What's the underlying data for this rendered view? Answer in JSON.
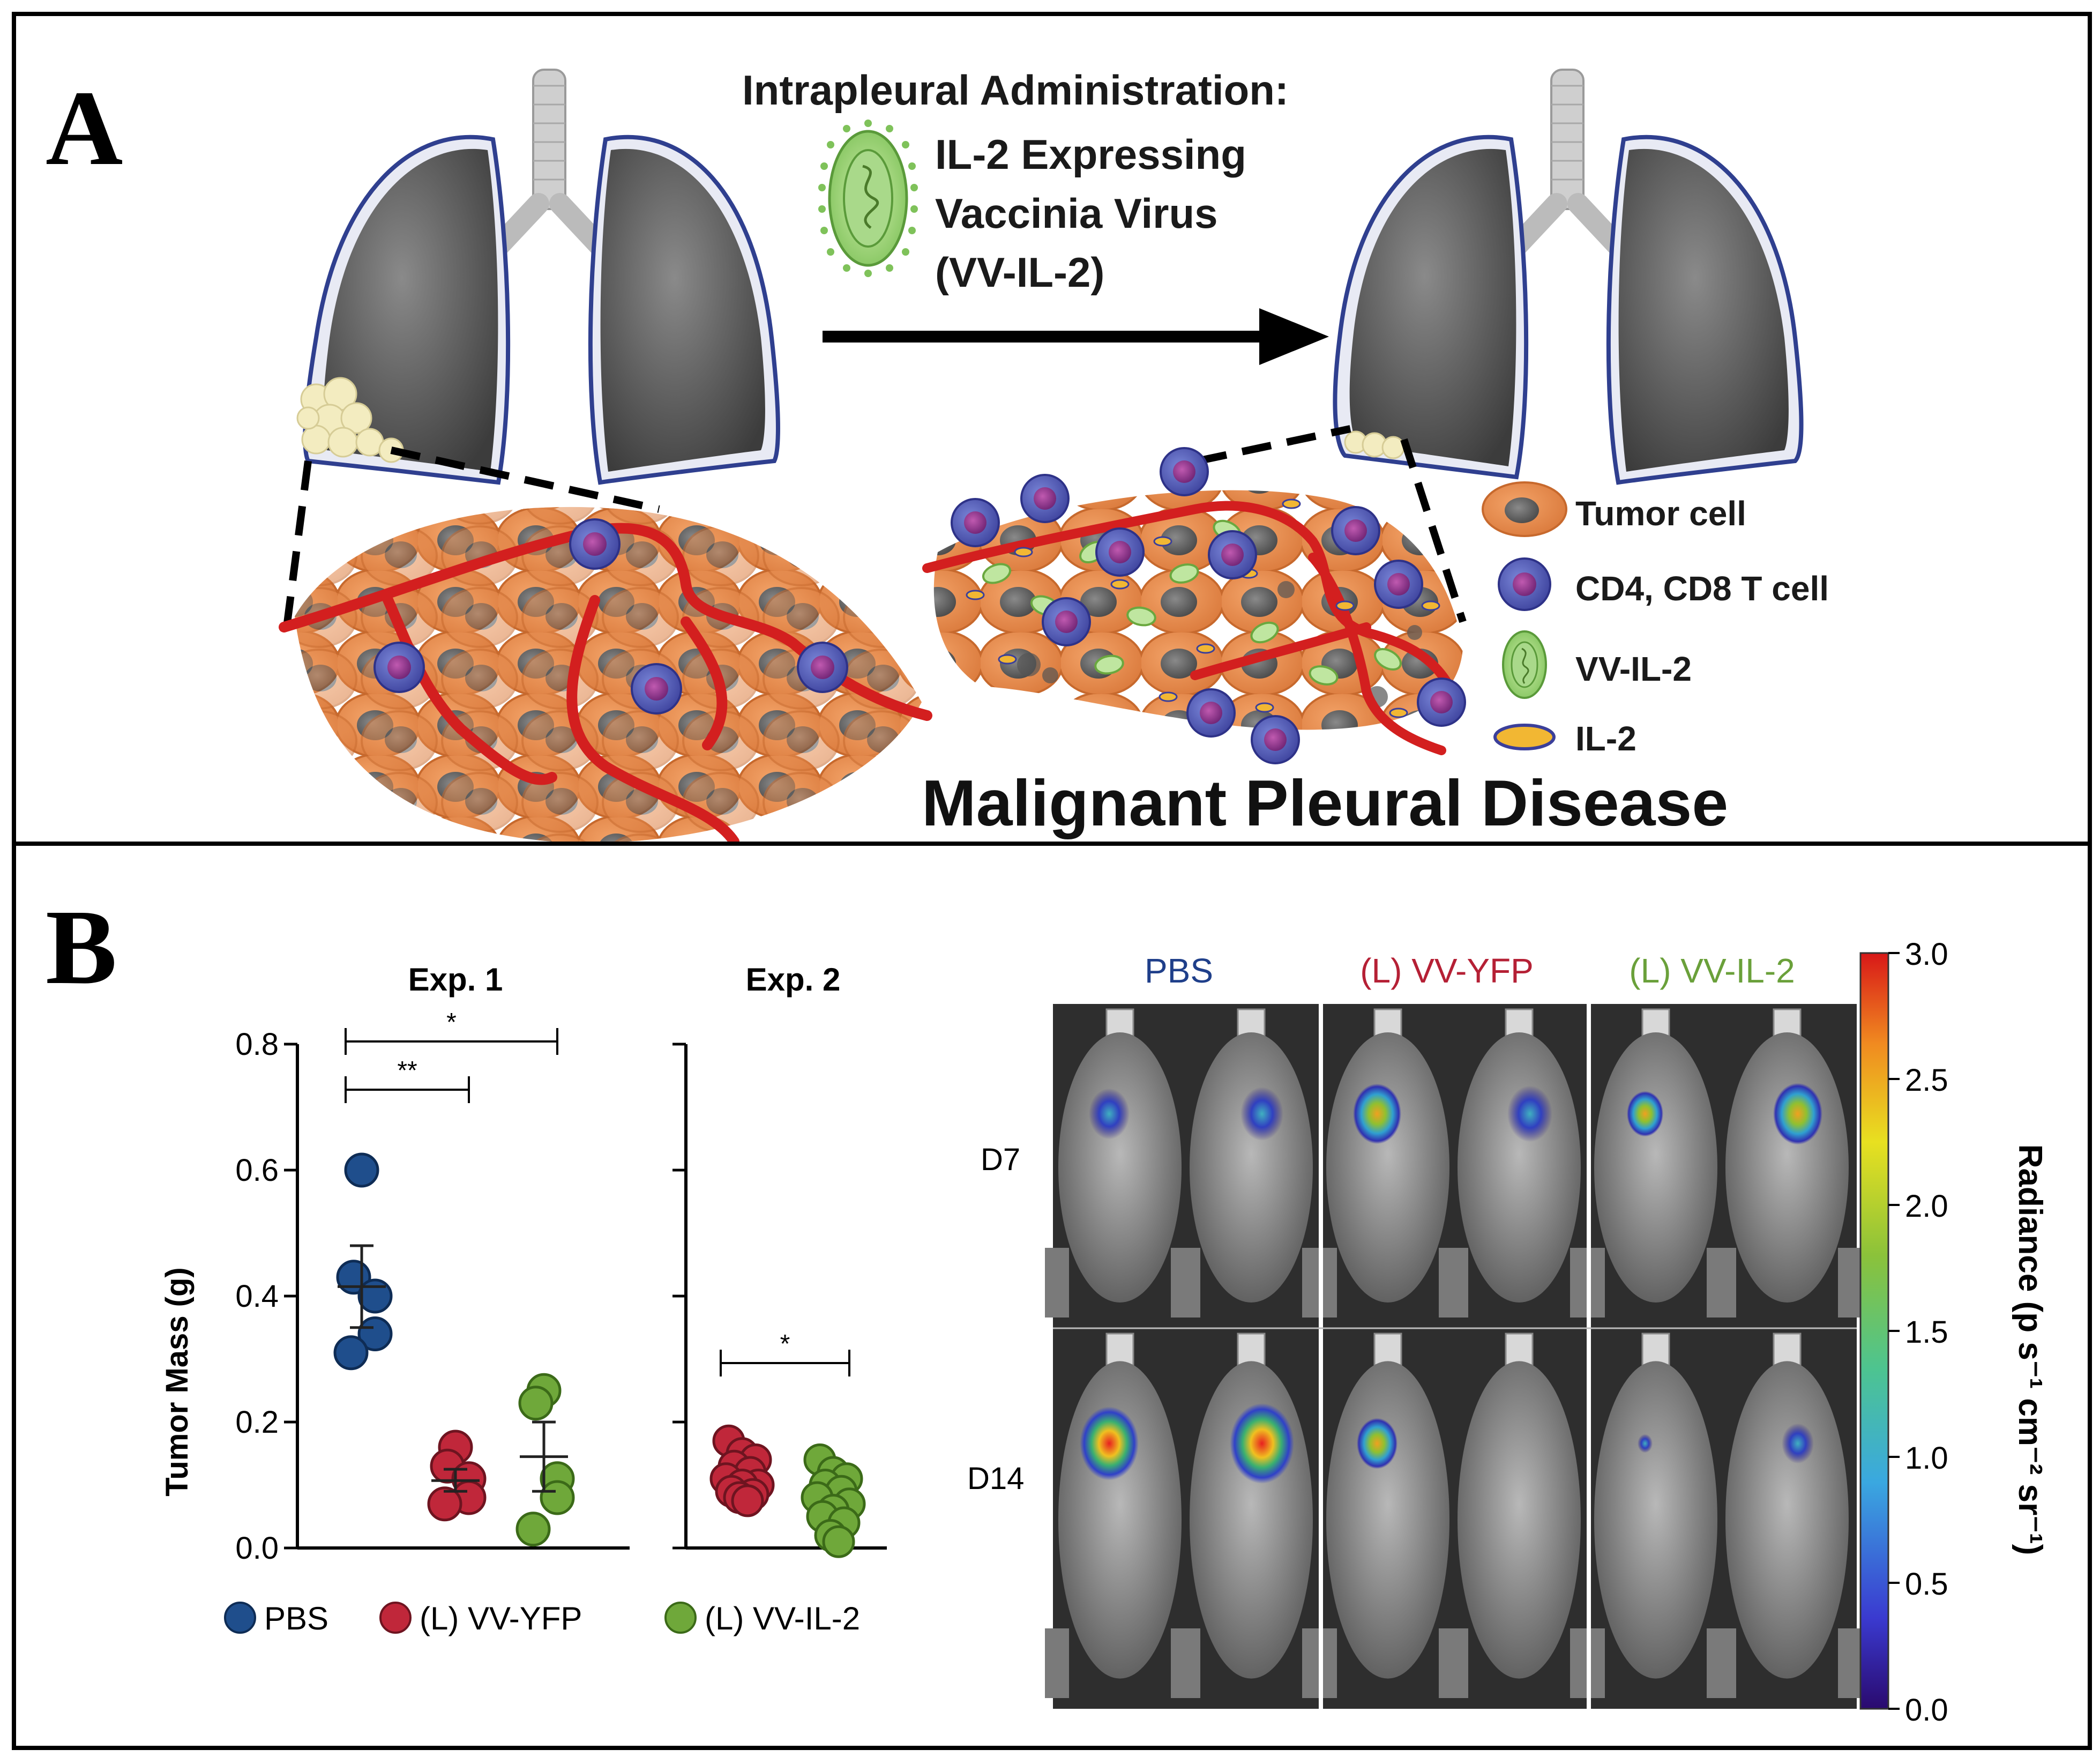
{
  "panel_a": {
    "letter": "A",
    "header_line1": "Intrapleural  Administration:",
    "header_line2": "IL-2 Expressing",
    "header_line3": "Vaccinia Virus",
    "header_line4": "(VV-IL-2)",
    "title": "Malignant  Pleural  Disease",
    "legend": [
      {
        "label": "Tumor cell",
        "icon": "tumor-cell-icon"
      },
      {
        "label": "CD4, CD8 T cell",
        "icon": "t-cell-icon"
      },
      {
        "label": "VV-IL-2",
        "icon": "virus-icon"
      },
      {
        "label": "IL-2",
        "icon": "il2-icon"
      }
    ]
  },
  "panel_b": {
    "letter": "B",
    "legend": [
      {
        "label": "PBS",
        "color": "#1f4e8c"
      },
      {
        "label": "(L) VV-YFP",
        "color": "#c0273a"
      },
      {
        "label": "(L) VV-IL-2",
        "color": "#6fa83a"
      }
    ],
    "imaging": {
      "groups": [
        "PBS",
        "(L) VV-YFP",
        "(L) VV-IL-2"
      ],
      "group_colors": [
        "#1f3f8a",
        "#b52035",
        "#6aa03a"
      ],
      "rows": [
        "D7",
        "D14"
      ],
      "colorbar_label": "Radiance (p s⁻¹ cm⁻² sr⁻¹)",
      "colorbar_ticks": [
        "3.0",
        "2.5",
        "2.0",
        "1.5",
        "1.0",
        "0.5",
        "0.0"
      ]
    }
  },
  "chart_data": [
    {
      "type": "scatter",
      "title": "Exp. 1",
      "ylabel": "Tumor Mass (g)",
      "ylim": [
        0,
        0.8
      ],
      "yticks": [
        "0.0",
        "0.2",
        "0.4",
        "0.6",
        "0.8"
      ],
      "series": [
        {
          "name": "PBS",
          "values": [
            0.6,
            0.43,
            0.4,
            0.34,
            0.31
          ],
          "mean": 0.415,
          "sem_upper": 0.48,
          "sem_lower": 0.35
        },
        {
          "name": "(L) VV-YFP",
          "values": [
            0.16,
            0.13,
            0.11,
            0.08,
            0.07
          ],
          "mean": 0.107,
          "sem_upper": 0.125,
          "sem_lower": 0.09
        },
        {
          "name": "(L) VV-IL-2",
          "values": [
            0.25,
            0.23,
            0.11,
            0.08,
            0.03
          ],
          "mean": 0.145,
          "sem_upper": 0.2,
          "sem_lower": 0.09
        }
      ],
      "significance": [
        {
          "from": "PBS",
          "to": "(L) VV-YFP",
          "label": "**"
        },
        {
          "from": "PBS",
          "to": "(L) VV-IL-2",
          "label": "*"
        }
      ]
    },
    {
      "type": "scatter",
      "title": "Exp. 2",
      "ylim": [
        0,
        0.8
      ],
      "series": [
        {
          "name": "(L) VV-YFP",
          "values": [
            0.17,
            0.15,
            0.14,
            0.13,
            0.12,
            0.11,
            0.1,
            0.1,
            0.09,
            0.085,
            0.08,
            0.075
          ]
        },
        {
          "name": "(L) VV-IL-2",
          "values": [
            0.14,
            0.12,
            0.11,
            0.1,
            0.09,
            0.08,
            0.07,
            0.06,
            0.05,
            0.04,
            0.02,
            0.01
          ]
        }
      ],
      "significance": [
        {
          "from": "(L) VV-YFP",
          "to": "(L) VV-IL-2",
          "label": "*"
        }
      ]
    }
  ]
}
